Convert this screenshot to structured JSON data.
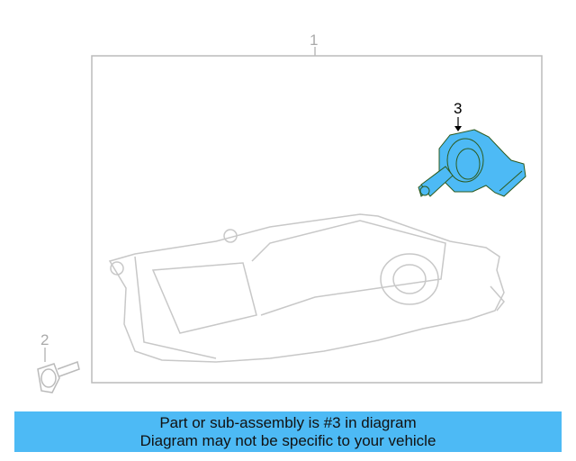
{
  "callouts": {
    "assembly": "1",
    "screw": "2",
    "bulb": "3"
  },
  "highlight_color": "#4dbaf5",
  "banner": {
    "line1": "Part or sub-assembly is #3 in diagram",
    "line2": "Diagram may not be specific to your vehicle"
  }
}
